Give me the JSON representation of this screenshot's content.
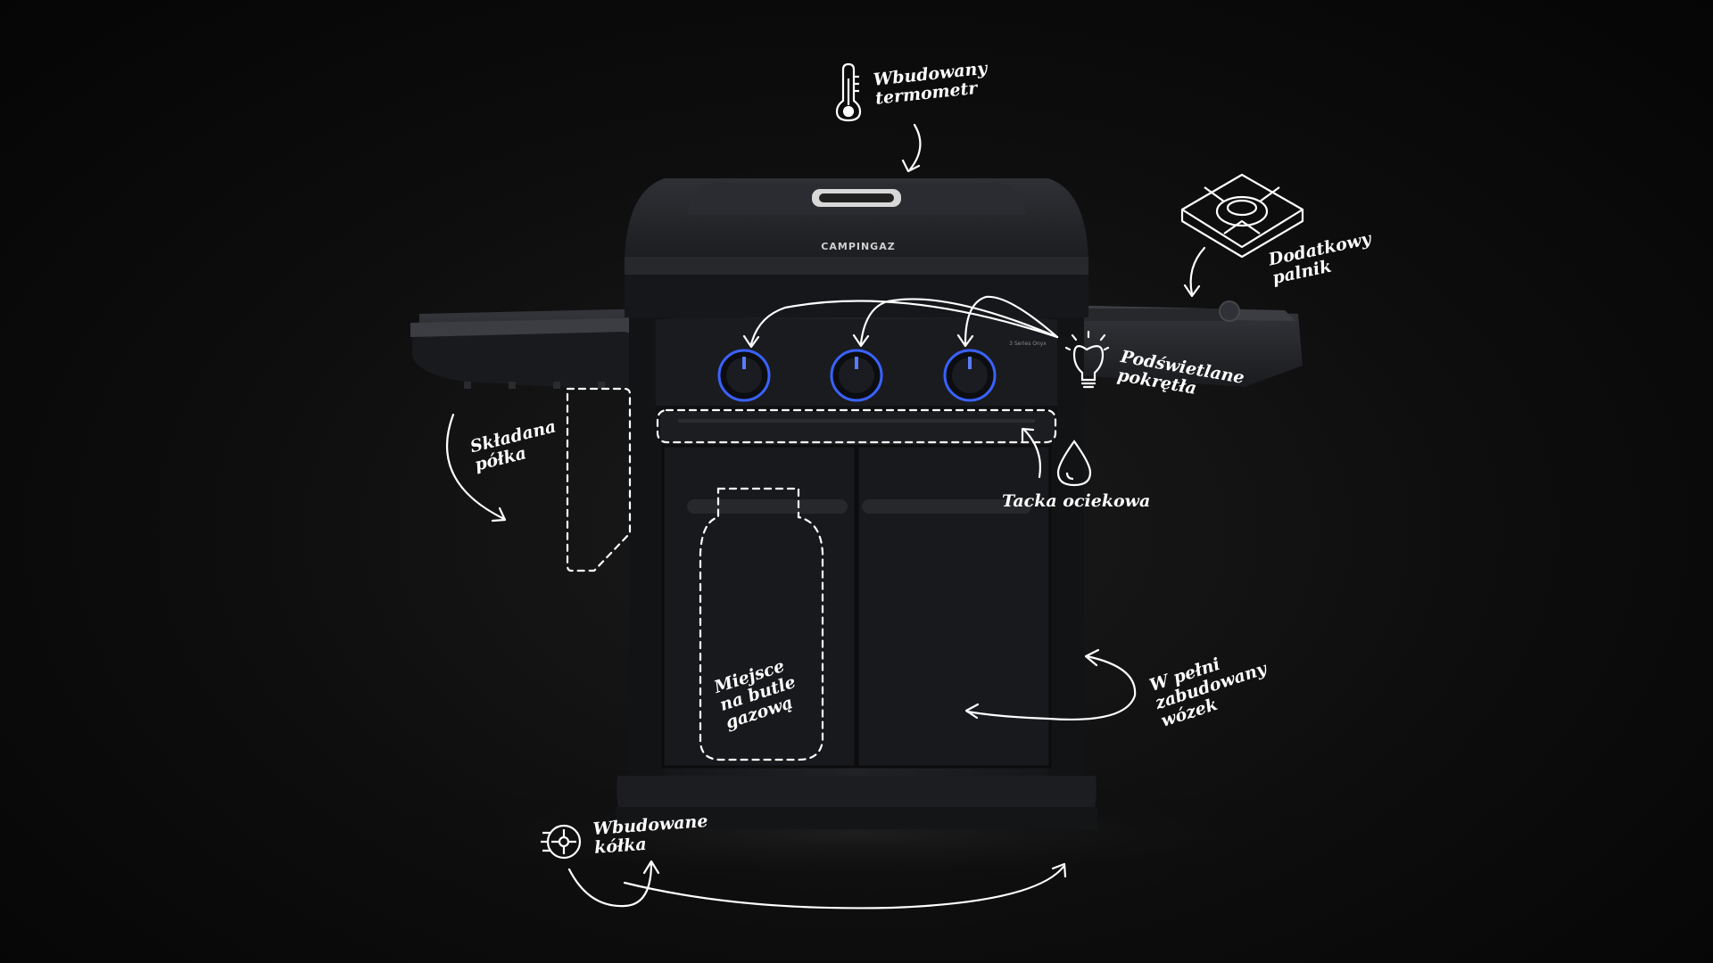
{
  "brand": "CAMPINGAZ",
  "model": "3 Series Onyx",
  "colors": {
    "background": "#0a0a0a",
    "annotation": "#ffffff",
    "knob_glow": "#3a62ff",
    "body": "#1c1d20"
  },
  "annotations": [
    {
      "id": "thermometer",
      "lines": [
        "Wbudowany",
        "termometr"
      ],
      "icon": "thermometer-icon"
    },
    {
      "id": "extra_burner",
      "lines": [
        "Dodatkowy",
        "palnik"
      ],
      "icon": "side-burner-icon"
    },
    {
      "id": "lit_knobs",
      "lines": [
        "Podświetlane",
        "pokrętła"
      ],
      "icon": "lightbulb-icon"
    },
    {
      "id": "folding_shelf",
      "lines": [
        "Składana",
        "półka"
      ]
    },
    {
      "id": "drip_tray",
      "lines": [
        "Tacka ociekowa"
      ],
      "icon": "drop-icon"
    },
    {
      "id": "gas_bottle",
      "lines": [
        "Miejsce",
        "na butle",
        "gazową"
      ]
    },
    {
      "id": "cart",
      "lines": [
        "W pełni",
        "zabudowany",
        "wózek"
      ]
    },
    {
      "id": "wheels",
      "lines": [
        "Wbudowane",
        "kółka"
      ],
      "icon": "wheel-icon"
    }
  ]
}
